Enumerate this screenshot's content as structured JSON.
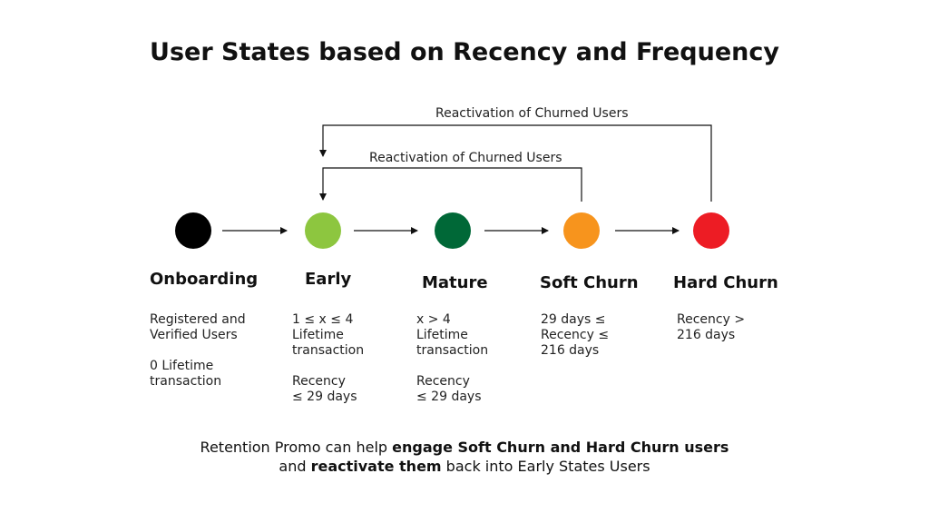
{
  "title": "User States based on Recency and Frequency",
  "loops": {
    "outer": "Reactivation of Churned Users",
    "inner": "Reactivation of Churned Users"
  },
  "states": [
    {
      "name": "Onboarding",
      "color": "#000000",
      "desc": [
        "Registered and Verified Users",
        "0 Lifetime transaction"
      ]
    },
    {
      "name": "Early",
      "color": "#8dc63f",
      "desc": [
        "1 ≤ x ≤ 4 Lifetime transaction",
        "Recency ≤ 29 days"
      ]
    },
    {
      "name": "Mature",
      "color": "#006837",
      "desc": [
        "x > 4 Lifetime transaction",
        "Recency ≤ 29 days"
      ]
    },
    {
      "name": "Soft Churn",
      "color": "#f7941d",
      "desc": [
        "29 days ≤ Recency ≤ 216 days"
      ]
    },
    {
      "name": "Hard Churn",
      "color": "#ed1c24",
      "desc": [
        "Recency > 216 days"
      ]
    }
  ],
  "footer": {
    "line1_prefix": "Retention Promo can help ",
    "line1_bold": "engage Soft Churn and Hard Churn users",
    "line2_prefix": "and ",
    "line2_bold": "reactivate them",
    "line2_suffix": " back into Early States Users"
  }
}
